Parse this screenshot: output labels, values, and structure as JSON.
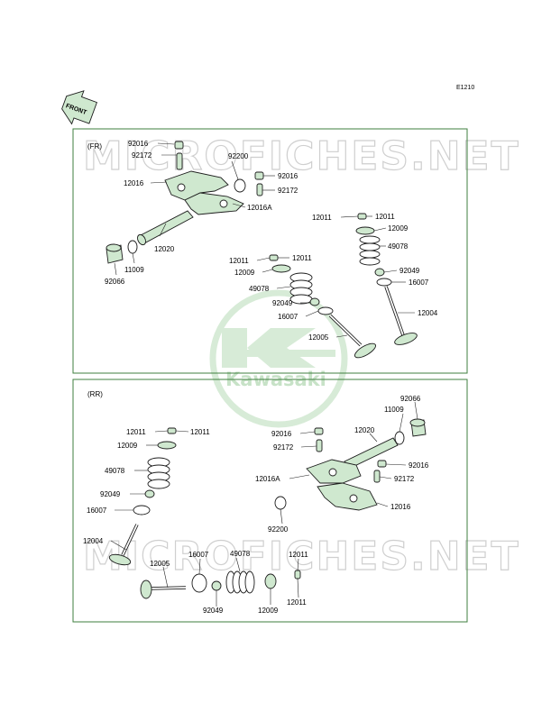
{
  "diagram_code": "E1210",
  "front_label": "FRONT",
  "watermark_text": "MICROFICHES.NET",
  "watermark_logo": "Kawasaki",
  "colors": {
    "frame": "#3f7f3f",
    "part_fill": "#cfe8cf",
    "watermark_green": "#c7e2c7"
  },
  "panels": [
    {
      "title": "(FR)",
      "callouts": [
        {
          "text": "92016"
        },
        {
          "text": "92172"
        },
        {
          "text": "92200"
        },
        {
          "text": "92016"
        },
        {
          "text": "12016"
        },
        {
          "text": "92172"
        },
        {
          "text": "12016A"
        },
        {
          "text": "12011"
        },
        {
          "text": "12011"
        },
        {
          "text": "12009"
        },
        {
          "text": "49078"
        },
        {
          "text": "12020"
        },
        {
          "text": "11009"
        },
        {
          "text": "92066"
        },
        {
          "text": "12011"
        },
        {
          "text": "12011"
        },
        {
          "text": "12009"
        },
        {
          "text": "92049"
        },
        {
          "text": "49078"
        },
        {
          "text": "16007"
        },
        {
          "text": "92049"
        },
        {
          "text": "12004"
        },
        {
          "text": "16007"
        },
        {
          "text": "12005"
        }
      ]
    },
    {
      "title": "(RR)",
      "callouts": [
        {
          "text": "92066"
        },
        {
          "text": "11009"
        },
        {
          "text": "12011"
        },
        {
          "text": "12011"
        },
        {
          "text": "92016"
        },
        {
          "text": "12020"
        },
        {
          "text": "12009"
        },
        {
          "text": "92172"
        },
        {
          "text": "92016"
        },
        {
          "text": "49078"
        },
        {
          "text": "12016A"
        },
        {
          "text": "92172"
        },
        {
          "text": "92049"
        },
        {
          "text": "12016"
        },
        {
          "text": "16007"
        },
        {
          "text": "92200"
        },
        {
          "text": "12004"
        },
        {
          "text": "16007"
        },
        {
          "text": "49078"
        },
        {
          "text": "12011"
        },
        {
          "text": "12005"
        },
        {
          "text": "92049"
        },
        {
          "text": "12009"
        },
        {
          "text": "12011"
        }
      ]
    }
  ]
}
